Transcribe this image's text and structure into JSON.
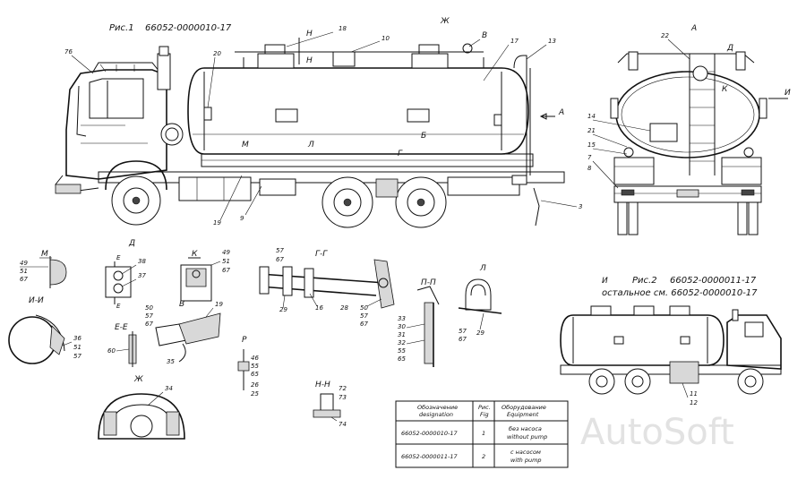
{
  "figures": {
    "fig1_caption": "Рис.1",
    "fig1_code": "66052-0000010-17",
    "fig2_caption": "Рис.2",
    "fig2_code": "66052-0000011-17",
    "fig2_note": "остальное см. 66052-0000010-17"
  },
  "view_labels": {
    "arrow_a_side": "А",
    "rear_a": "А",
    "rear_d": "Д",
    "rear_k": "К",
    "rear_i": "И",
    "top_n": "Н",
    "top_zh": "Ж",
    "top_v": "В",
    "side_m": "М",
    "side_l": "Л",
    "side_g": "Г",
    "side_b": "Б",
    "fig2_i": "И"
  },
  "side_numbers": {
    "n76": "76",
    "n18": "18",
    "n10": "10",
    "n17": "17",
    "n13": "13",
    "n20": "20",
    "n19": "19",
    "n9": "9",
    "n3": "3"
  },
  "rear_numbers": {
    "n22": "22",
    "n14": "14",
    "n21": "21",
    "n15": "15",
    "n7": "7",
    "n8": "8"
  },
  "details": {
    "m_title": "М",
    "m_nums": [
      "49",
      "51",
      "67"
    ],
    "ii_title": "И-И",
    "ii_nums": [
      "36",
      "51",
      "57"
    ],
    "d_title": "Д",
    "d_e": "Е",
    "d_nums": [
      "38",
      "37"
    ],
    "ee_title": "Е-Е",
    "ee_num": "60",
    "k_title": "К",
    "k_nums": [
      "49",
      "51",
      "67"
    ],
    "b_title": "В",
    "b_nums": [
      "50",
      "57",
      "67",
      "19",
      "35"
    ],
    "gg_title": "Г-Г",
    "gg_nums": [
      "57",
      "67",
      "29",
      "16",
      "28",
      "50",
      "57",
      "67"
    ],
    "pp_title": "П-П",
    "pp_nums": [
      "33",
      "30",
      "31",
      "32",
      "55",
      "65"
    ],
    "l_title": "Л",
    "l_nums": [
      "57",
      "67",
      "29"
    ],
    "r_title": "Р",
    "r_nums": [
      "46",
      "55",
      "65",
      "26",
      "25"
    ],
    "zh_title": "Ж",
    "zh_num": "34",
    "nn_title": "Н-Н",
    "nn_nums": [
      "72",
      "73",
      "74"
    ],
    "fig2_nums": [
      "11",
      "12"
    ]
  },
  "table": {
    "headers": [
      "Обозначение designation",
      "Рис. Fig",
      "Оборудование Equipment"
    ],
    "rows": [
      {
        "designation": "66052-0000010-17",
        "fig": "1",
        "equip_ru": "без насоса",
        "equip_en": "without pump"
      },
      {
        "designation": "66052-0000011-17",
        "fig": "2",
        "equip_ru": "с насосом",
        "equip_en": "with pump"
      }
    ]
  },
  "watermark": "AutoSoft"
}
